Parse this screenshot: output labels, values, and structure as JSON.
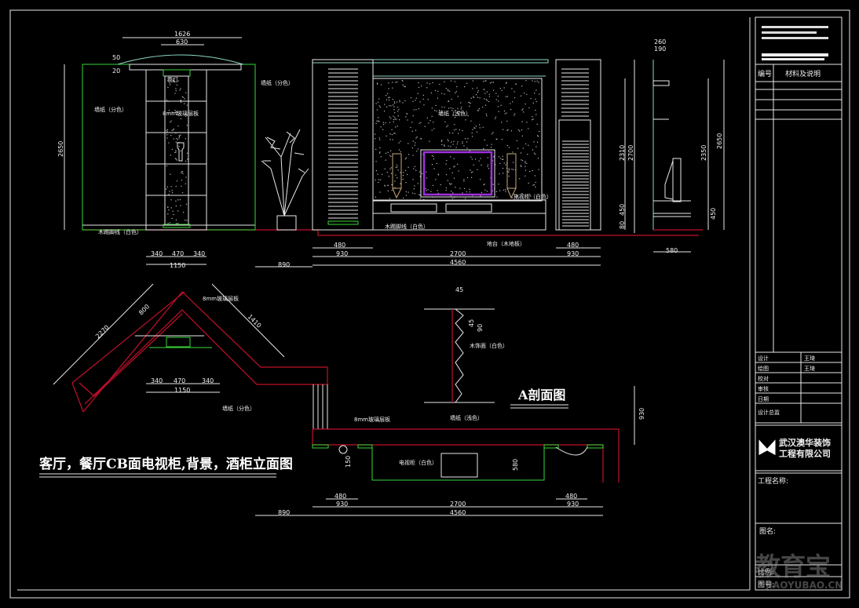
{
  "drawing_title": "客厅，餐厅CB面电视柜,背景，酒柜立面图",
  "section_title": "A剖面图",
  "labels": {
    "downlight": "筒灯",
    "platform": "地台（木地板）",
    "wallpaper_left": "墙纸（分色）",
    "wallpaper_mid": "墙纸（分色）",
    "wallpaper_bg": "墙纸（浅色）",
    "glass_shelf": "8mm玻璃层板",
    "skirting": "木踢脚线（白色）",
    "tv_cabinet": "电视柜（白色）",
    "plan_wallpaper": "墙纸（分色）",
    "plan_shelf": "8mm玻璃层板",
    "section_note": "木饰面（白色）"
  },
  "dimensions": {
    "elev_height": "2650",
    "arch_top": "1626",
    "arch_inner": "630",
    "arch_50": "50",
    "arch_20": "20",
    "col_left": "340",
    "col_mid": "470",
    "col_right": "340",
    "col_total": "1150",
    "gap": "890",
    "cab_left_inner": "480",
    "cab_left": "930",
    "center": "2700",
    "cab_right_inner": "480",
    "cab_right": "930",
    "total": "4560",
    "h_2310": "2310",
    "h_2700": "2700",
    "h_450": "450",
    "h_80": "80",
    "side_260": "260",
    "side_190": "190",
    "side_2350": "2350",
    "side_2650": "2650",
    "side_450": "450",
    "side_580": "580",
    "plan_2270": "2270",
    "plan_800": "800",
    "plan_1410": "1410",
    "plan_340a": "340",
    "plan_470": "470",
    "plan_340b": "340",
    "plan_1150": "1150",
    "sec_45a": "45",
    "sec_45b": "45",
    "sec_90": "90",
    "bot_150": "150",
    "bot_580": "580",
    "bot_930": "930",
    "bot_890": "890",
    "bot_480a": "480",
    "bot_930a": "930",
    "bot_2700": "2700",
    "bot_480b": "480",
    "bot_930b": "930",
    "bot_4560": "4560"
  },
  "title_block": {
    "col_no": "编号",
    "col_material": "材料及说明",
    "roles": [
      "设计",
      "绘图",
      "校对",
      "审核",
      "日期",
      "设计总监"
    ],
    "names": [
      "王琦",
      "王琦"
    ],
    "company_line1": "武汉澳华装饰",
    "company_line2": "工程有限公司",
    "project_name": "工程名称:",
    "drawing_name": "图名:",
    "scale": "比例:",
    "drawing_no": "图号:"
  },
  "watermark": {
    "text": "教育宝",
    "url": "JIAOYUBAO.CN"
  },
  "colors": {
    "background": "#000000",
    "wall": "#c0102a",
    "cabinet": "#38d838",
    "tv": "#a030e0"
  }
}
